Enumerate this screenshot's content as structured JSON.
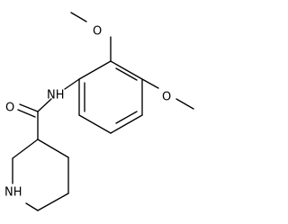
{
  "molecule": {
    "atom_labels": {
      "ome_top_o": "O",
      "ome_right_o": "O",
      "amide_nh": "NH",
      "carbonyl_o": "O",
      "ring_nh": "NH"
    }
  }
}
